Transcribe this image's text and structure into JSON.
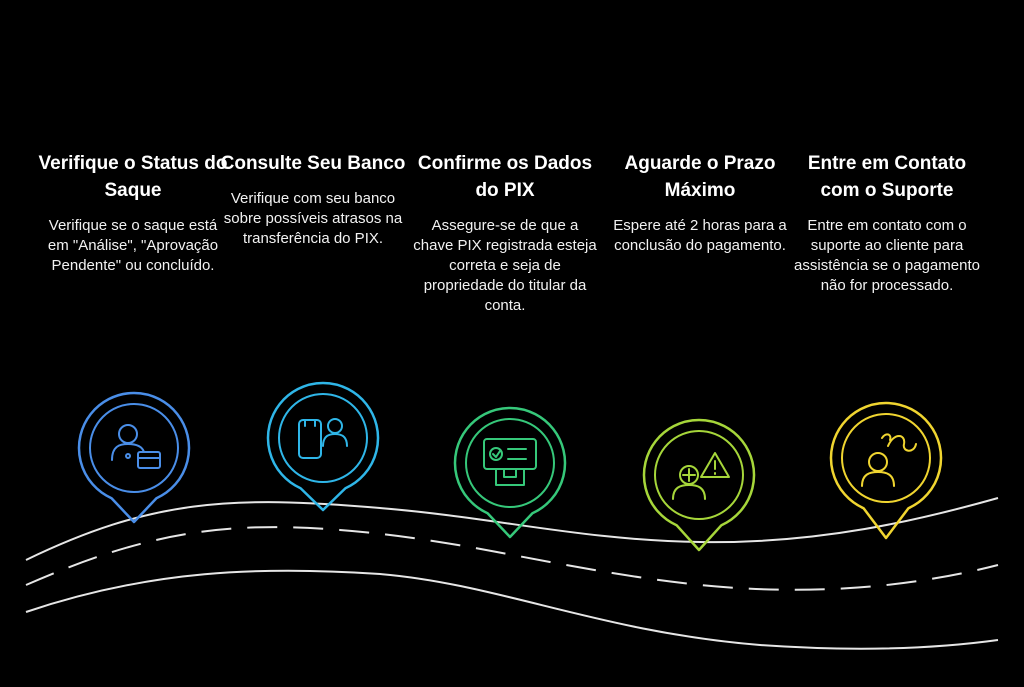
{
  "steps": [
    {
      "title": "Verifique o Status do Saque",
      "description": "Verifique se o saque está em \"Análise\", \"Aprovação Pendente\" ou concluído.",
      "color": "#4a8ee8",
      "icon": "person-with-wallet-icon"
    },
    {
      "title": "Consulte Seu Banco",
      "description": "Verifique com seu banco sobre possíveis atrasos na transferência do PIX.",
      "color": "#2fb6e8",
      "icon": "phone-person-icon"
    },
    {
      "title": "Confirme os Dados do PIX",
      "description": "Assegure-se de que a chave PIX registrada esteja correta e seja de propriedade do titular da conta.",
      "color": "#36c87a",
      "icon": "payment-terminal-icon"
    },
    {
      "title": "Aguarde o Prazo Máximo",
      "description": "Espere até 2 horas para a conclusão do pagamento.",
      "color": "#a6d63a",
      "icon": "person-warning-icon"
    },
    {
      "title": "Entre em Contato com o Suporte",
      "description": "Entre em contato com o suporte ao cliente para assistência se o pagamento não for processado.",
      "color": "#f0d530",
      "icon": "person-support-icon"
    }
  ]
}
